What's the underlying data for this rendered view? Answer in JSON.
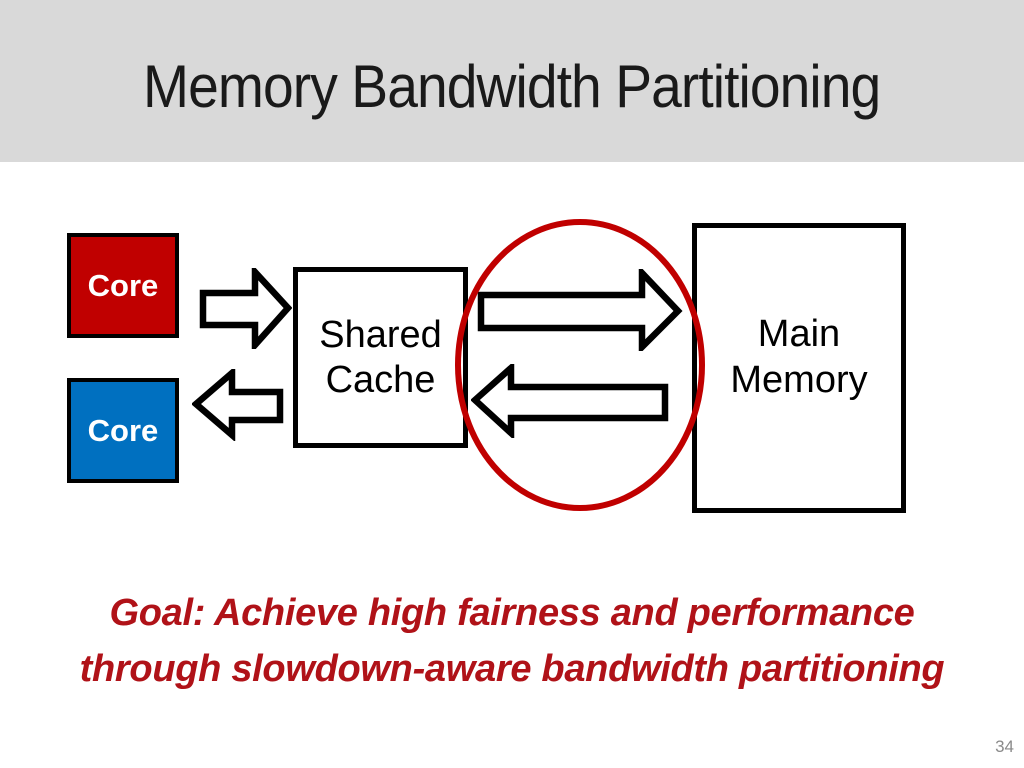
{
  "slide": {
    "title": "Memory Bandwidth Partitioning",
    "page_number": "34"
  },
  "diagram": {
    "core_top": {
      "label": "Core",
      "fill": "#C00000"
    },
    "core_bottom": {
      "label": "Core",
      "fill": "#0070C0"
    },
    "shared_cache": {
      "line1": "Shared",
      "line2": "Cache"
    },
    "main_memory": {
      "line1": "Main",
      "line2": "Memory"
    },
    "highlight_color": "#C00000",
    "arrow_fill": "#FFFFFF",
    "arrow_stroke": "#000000"
  },
  "goal": {
    "line1": "Goal: Achieve high fairness and performance",
    "line2": "through slowdown-aware bandwidth partitioning",
    "color": "#B01218"
  },
  "colors": {
    "title_band_bg": "#D9D9D9",
    "title_text": "#1A1A1A",
    "page_number": "#8A8A8A"
  }
}
